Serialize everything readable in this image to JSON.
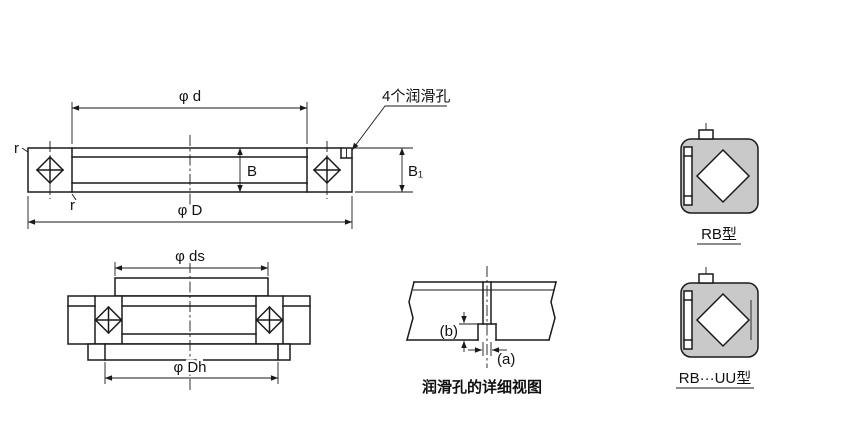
{
  "colors": {
    "line": "#1a1a1a",
    "section_fill": "#c9c9c9",
    "background": "#ffffff",
    "text": "#111111"
  },
  "main_view": {
    "lube_holes_callout": "4个润滑孔",
    "dim_phi_d": "φ d",
    "dim_phi_D": "φ D",
    "dim_B": "B",
    "dim_B1": "B₁",
    "r_top": "r",
    "r_bottom": "r"
  },
  "mounting_view": {
    "dim_phi_ds": "φ ds",
    "dim_phi_Dh": "φ Dh"
  },
  "detail_view": {
    "dim_b": "(b)",
    "dim_a": "(a)",
    "caption": "润滑孔的详细视图"
  },
  "type_views": {
    "rb": "RB型",
    "rb_uu": "RB···UU型"
  }
}
